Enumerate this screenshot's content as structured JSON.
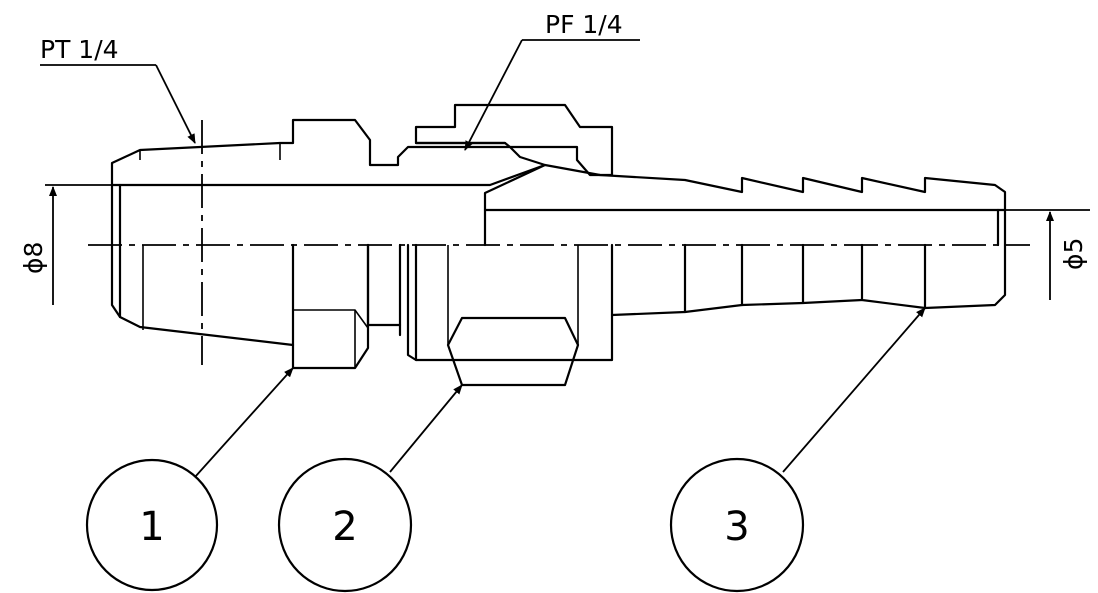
{
  "labels": {
    "thread_male": "PT 1/4",
    "thread_female": "PF 1/4",
    "dia_large": "ϕ8",
    "dia_small": "ϕ5"
  },
  "balloons": [
    {
      "number": "1"
    },
    {
      "number": "2"
    },
    {
      "number": "3"
    }
  ]
}
